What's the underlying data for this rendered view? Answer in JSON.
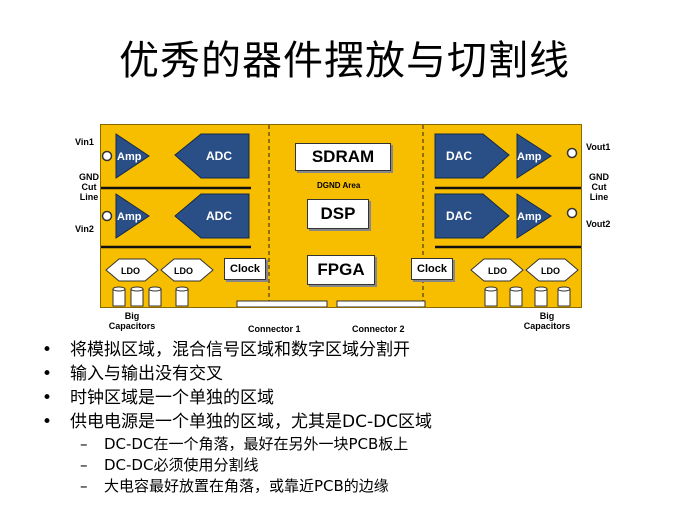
{
  "title": "优秀的器件摆放与切割线",
  "diagram": {
    "sdram": "SDRAM",
    "dgnd_area": "DGND Area",
    "dsp": "DSP",
    "fpga": "FPGA",
    "amp": "Amp",
    "adc": "ADC",
    "dac": "DAC",
    "clock": "Clock",
    "ldo": "LDO",
    "vin1": "Vin1",
    "vin2": "Vin2",
    "vout1": "Vout1",
    "vout2": "Vout2",
    "gnd_cut_left": [
      "GND",
      "Cut",
      "Line"
    ],
    "gnd_cut_right": [
      "GND",
      "Cut",
      "Line"
    ],
    "big_capacitors_left": [
      "Big",
      "Capacitors"
    ],
    "big_capacitors_right": [
      "Big",
      "Capacitors"
    ],
    "connector1": "Connector 1",
    "connector2": "Connector 2"
  },
  "bullets": [
    "将模拟区域，混合信号区域和数字区域分割开",
    "输入与输出没有交叉",
    "时钟区域是一个单独的区域",
    "供电电源是一个单独的区域，尤其是DC-DC区域"
  ],
  "sub_bullets": [
    "DC-DC在一个角落，最好在另外一块PCB板上",
    "DC-DC必须使用分割线",
    "大电容最好放置在角落，或靠近PCB的边缘"
  ],
  "bullet_symbol": "•",
  "dash_symbol": "–"
}
